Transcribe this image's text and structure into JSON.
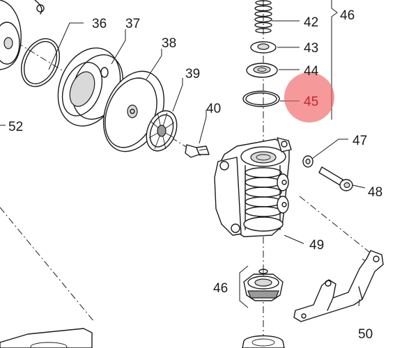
{
  "diagram": {
    "highlight_color": "#ef5a5e",
    "labels": {
      "p36": "36",
      "p37": "37",
      "p38": "38",
      "p39": "39",
      "p40": "40",
      "p42": "42",
      "p43": "43",
      "p44": "44",
      "p45": "45",
      "p46_top": "46",
      "p46_bottom": "46",
      "p47": "47",
      "p48": "48",
      "p49": "49",
      "p50": "50",
      "p52": "52"
    },
    "highlighted_part": "45"
  }
}
